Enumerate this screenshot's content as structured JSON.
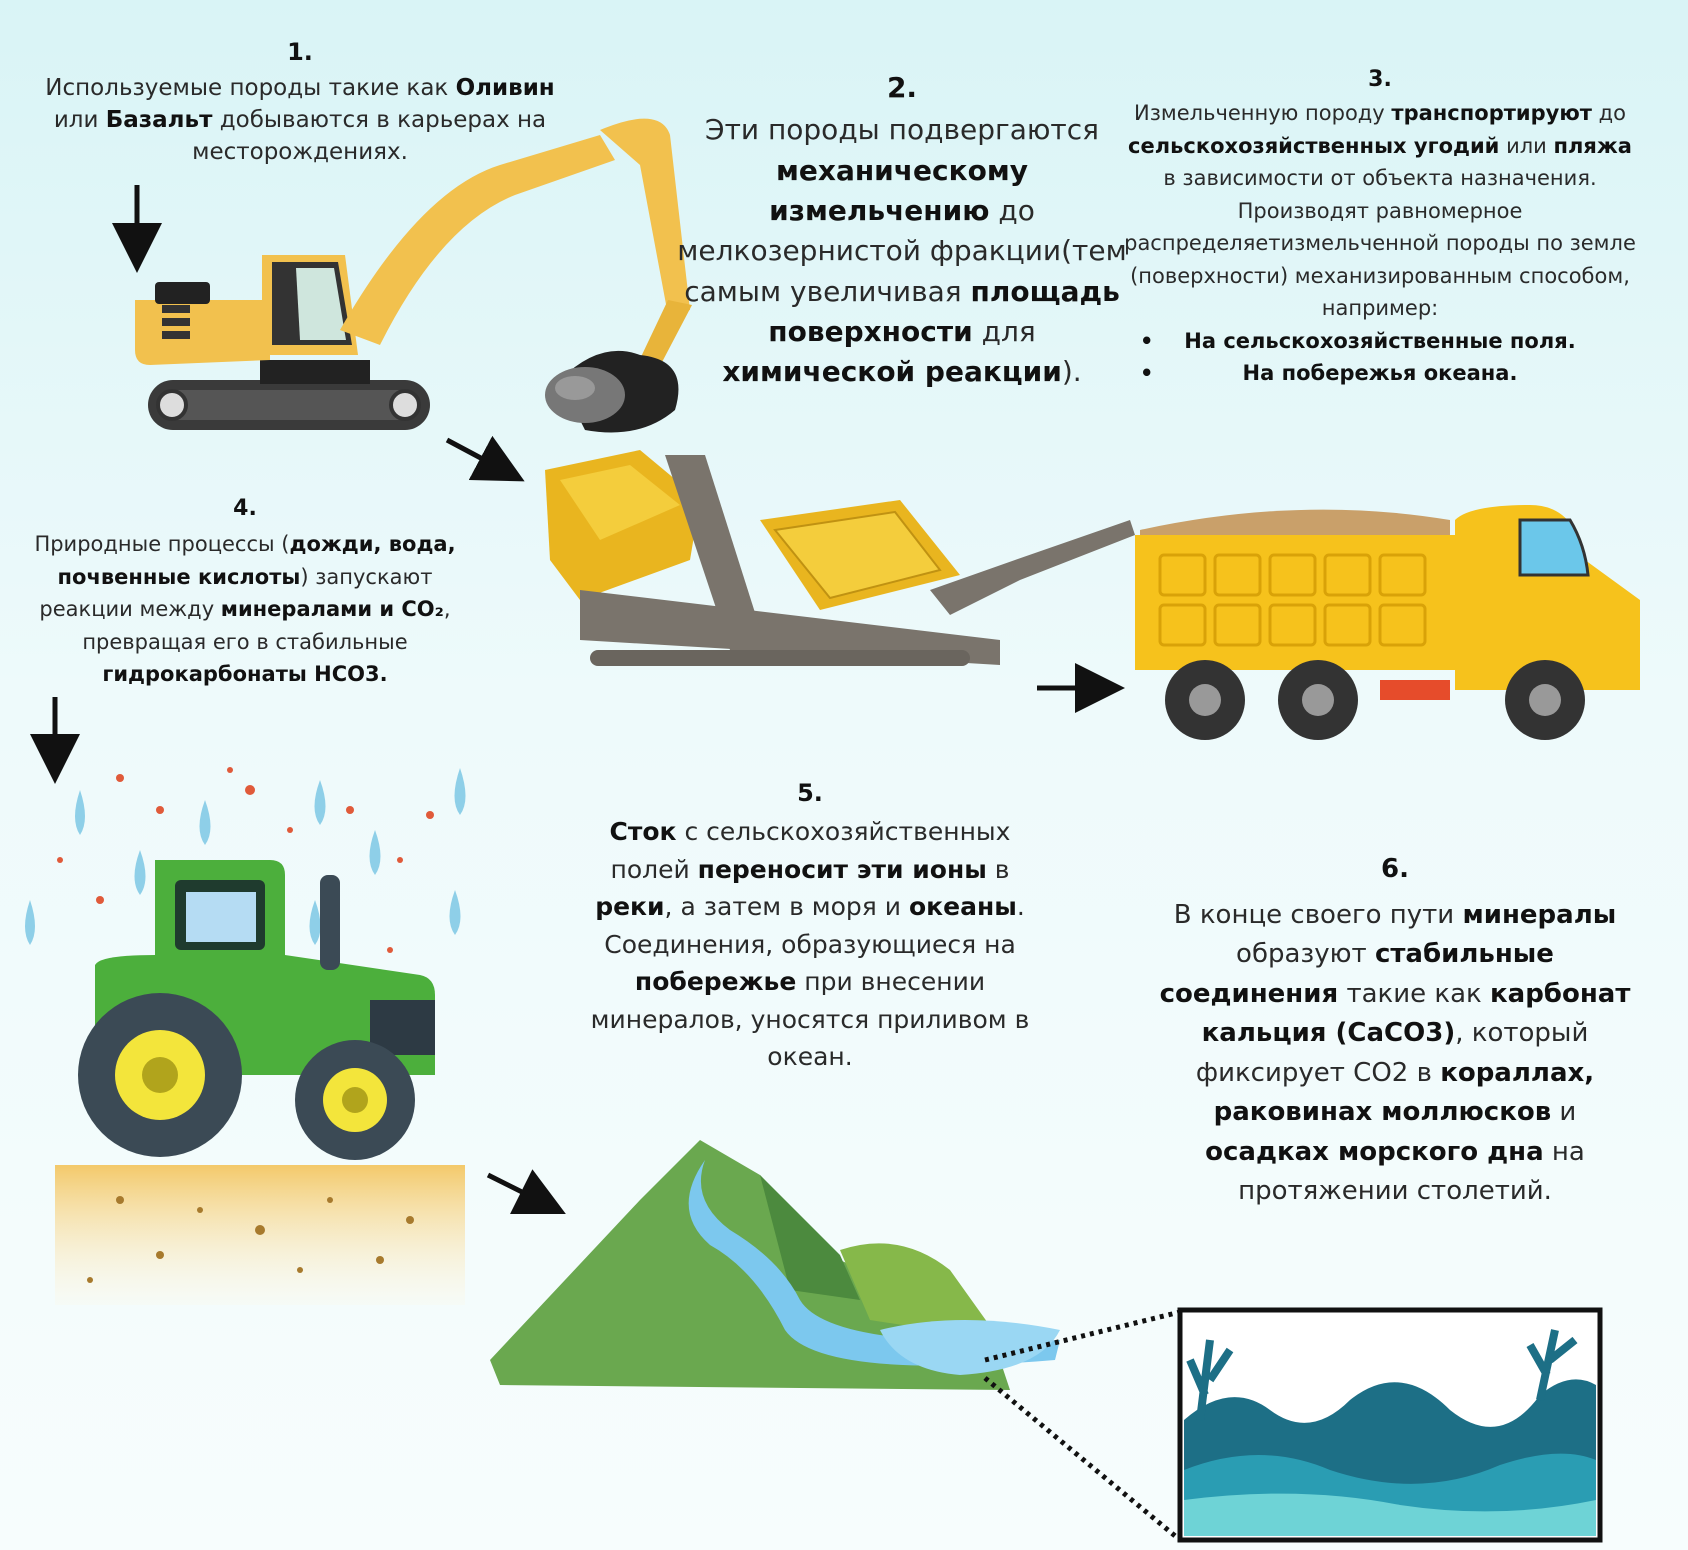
{
  "steps": [
    {
      "num": "1.",
      "runs": [
        {
          "t": "Используемые породы такие как ",
          "b": false
        },
        {
          "t": "Оливин",
          "b": true
        },
        {
          "t": " или ",
          "b": false
        },
        {
          "t": "Базальт",
          "b": true
        },
        {
          "t": " добываются в карьерах на месторождениях.",
          "b": false
        }
      ]
    },
    {
      "num": "2.",
      "runs": [
        {
          "t": "Эти породы подвергаются ",
          "b": false
        },
        {
          "t": "механическому измельчению",
          "b": true
        },
        {
          "t": " до мелкозернистой фракции(тем самым увеличивая ",
          "b": false
        },
        {
          "t": "площадь поверхности",
          "b": true
        },
        {
          "t": " для ",
          "b": false
        },
        {
          "t": "химической реакции",
          "b": true
        },
        {
          "t": ").",
          "b": false
        }
      ]
    },
    {
      "num": "3.",
      "runs": [
        {
          "t": "Измельченную породу ",
          "b": false
        },
        {
          "t": "транспортируют",
          "b": true
        },
        {
          "t": " до ",
          "b": false
        },
        {
          "t": "сельскохозяйственных угодий",
          "b": true
        },
        {
          "t": " или ",
          "b": false
        },
        {
          "t": "пляжа",
          "b": true
        },
        {
          "t": " в зависимости от объекта назначения. Производят равномерное распределяетизмельченной породы по земле (поверхности) механизированным способом, например:",
          "b": false
        }
      ],
      "bullets": [
        "На сельскохозяйственные поля.",
        "На побережья океана."
      ]
    },
    {
      "num": "4.",
      "runs": [
        {
          "t": "Природные процессы (",
          "b": false
        },
        {
          "t": "дожди, вода, почвенные кислоты",
          "b": true
        },
        {
          "t": ") запускают реакции между ",
          "b": false
        },
        {
          "t": "минералами и CO₂",
          "b": true
        },
        {
          "t": ", превращая его в стабильные ",
          "b": false
        },
        {
          "t": "гидрокарбонаты HCO3.",
          "b": true
        }
      ]
    },
    {
      "num": "5.",
      "runs": [
        {
          "t": "Сток",
          "b": true
        },
        {
          "t": " с сельскохозяйственных полей ",
          "b": false
        },
        {
          "t": "переносит эти ионы",
          "b": true
        },
        {
          "t": " в ",
          "b": false
        },
        {
          "t": "реки",
          "b": true
        },
        {
          "t": ", а затем в моря и ",
          "b": false
        },
        {
          "t": "океаны",
          "b": true
        },
        {
          "t": ". Соединения, образующиеся на ",
          "b": false
        },
        {
          "t": "побережье",
          "b": true
        },
        {
          "t": " при внесении минералов, уносятся приливом в океан.",
          "b": false
        }
      ]
    },
    {
      "num": "6.",
      "runs": [
        {
          "t": "В конце своего пути ",
          "b": false
        },
        {
          "t": "минералы",
          "b": true
        },
        {
          "t": " образуют ",
          "b": false
        },
        {
          "t": "стабильные соединения",
          "b": true
        },
        {
          "t": " такие как ",
          "b": false
        },
        {
          "t": "карбонат кальция (CaCO3)",
          "b": true
        },
        {
          "t": ", который фиксирует CO2 в ",
          "b": false
        },
        {
          "t": "кораллах, раковинах моллюсков",
          "b": true
        },
        {
          "t": " и ",
          "b": false
        },
        {
          "t": "осадках морского дна",
          "b": true
        },
        {
          "t": " на протяжении столетий.",
          "b": false
        }
      ]
    }
  ],
  "colors": {
    "excavator": "#f2c14e",
    "crusher": "#e9b51f",
    "truck": "#f6c21c",
    "tractor": "#4caf3c",
    "mountain": "#6aa84f",
    "water": "#7cc8ee",
    "reef": "#1d6f86",
    "soil": "#f3cf7a",
    "rain": "#8ecfe8",
    "arrow": "#111111"
  },
  "icons": [
    "excavator-icon",
    "crusher-icon",
    "dump-truck-icon",
    "tractor-icon",
    "rain-icon",
    "mountain-river-icon",
    "coral-reef-icon",
    "arrow-icon"
  ]
}
